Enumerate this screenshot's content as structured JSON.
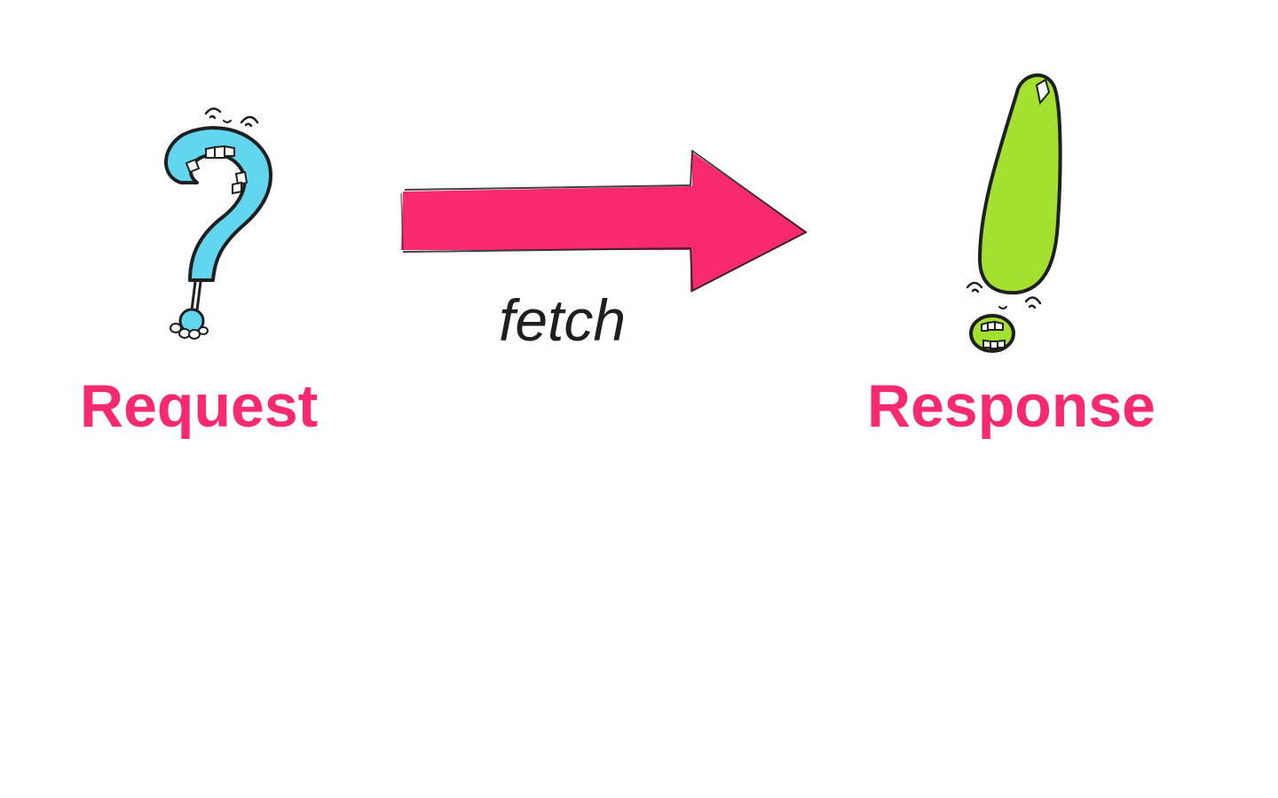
{
  "labels": {
    "request": "Request",
    "response": "Response",
    "edge": "fetch"
  },
  "colors": {
    "accent": "#f72a70",
    "question_fill": "#63d6ef",
    "exclamation_fill": "#a3e030",
    "outline": "#1f1f1f",
    "edge_text": "#1f1f1f"
  },
  "icons": {
    "request": "question-mark-character-icon",
    "response": "exclamation-mark-character-icon",
    "edge": "right-arrow-icon"
  }
}
